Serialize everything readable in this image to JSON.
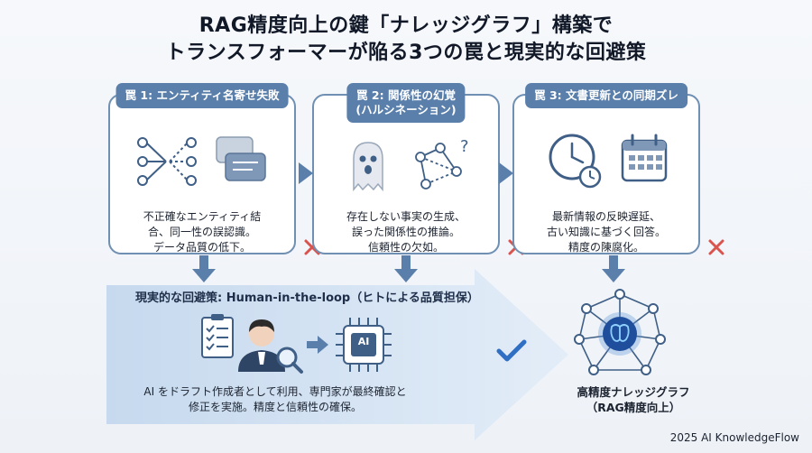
{
  "title": {
    "line1": "RAG精度向上の鍵「ナレッジグラフ」構築で",
    "line2": "トランスフォーマーが陥る3つの罠と現実的な回避策"
  },
  "traps": [
    {
      "header": [
        "罠 1: エンティティ名寄せ失敗"
      ],
      "body": [
        "不正確なエンティティ結",
        "合、同一性の誤認識。",
        "データ品質の低下。"
      ],
      "icons": [
        "network-split-icon",
        "chat-bubbles-icon"
      ]
    },
    {
      "header": [
        "罠 2: 関係性の幻覚",
        "(ハルシネーション)"
      ],
      "body": [
        "存在しない事実の生成、",
        "誤った関係性の推論。",
        "信頼性の欠如。"
      ],
      "icons": [
        "ghost-icon",
        "network-question-icon"
      ]
    },
    {
      "header": [
        "罠 3: 文書更新との同期ズレ"
      ],
      "body": [
        "最新情報の反映遅延、",
        "古い知識に基づく回答。",
        "精度の陳腐化。"
      ],
      "icons": [
        "clock-icon",
        "calendar-icon"
      ]
    }
  ],
  "solution": {
    "title": "現実的な回避策: Human-in-the-loop（ヒトによる品質担保）",
    "body": [
      "AI をドラフト作成者として利用、専門家が最終確認と",
      "修正を実施。精度と信頼性の確保。"
    ],
    "chip_label": "AI"
  },
  "result": {
    "lines": [
      "高精度ナレッジグラフ",
      "（RAG精度向上）"
    ]
  },
  "credit": "2025 AI KnowledgeFlow",
  "colors": {
    "accent": "#5a7fab",
    "border": "#6f8fb3",
    "error": "#d9534f",
    "check": "#2f6fc4",
    "band": "#cfe0f2"
  }
}
